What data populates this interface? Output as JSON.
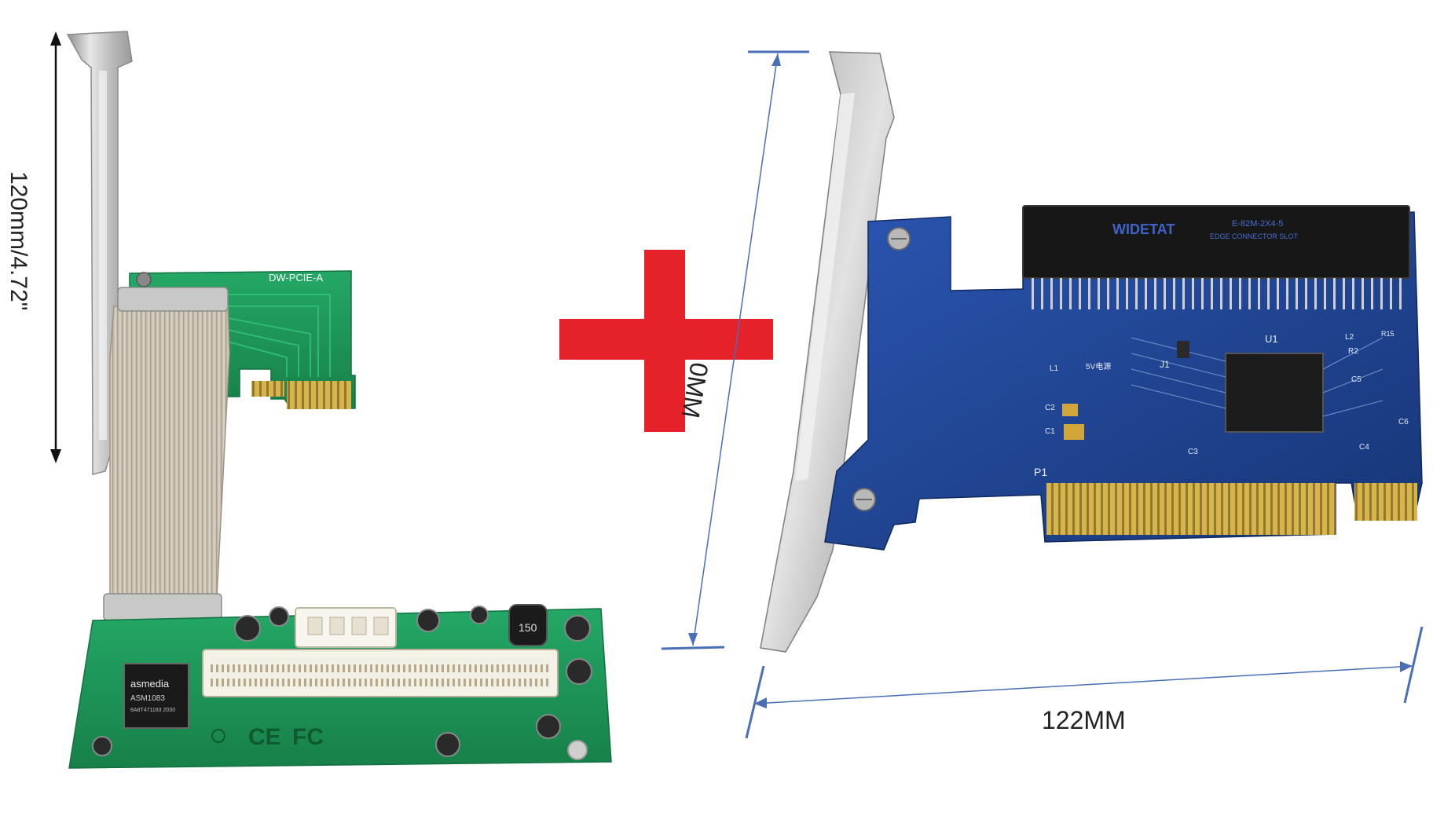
{
  "left_card": {
    "dimension_label": "120mm/4.72\"",
    "board_top_label": "DW-PCIE-A",
    "chip_brand": "asmedia",
    "chip_model": "ASM1083",
    "chip_code": "8A8T471183 2030",
    "cap_label": "150",
    "logos": {
      "ce": "CE",
      "fc": "FC"
    }
  },
  "plus_sign": {
    "color": "#e5212a"
  },
  "right_card": {
    "height_label": "0MM",
    "width_label": "122MM",
    "connector_brand": "WIDETAT",
    "connector_model": "E-82M-2X4-5",
    "connector_caption": "EDGE CONNECTOR SLOT",
    "board_labels": {
      "u1": "U1",
      "j1": "J1",
      "p1": "P1",
      "l1": "L1",
      "l2": "L2",
      "c1": "C1",
      "c2": "C2",
      "c3": "C3",
      "c4": "C4",
      "c5": "C5",
      "c6": "C6",
      "r2": "R2",
      "r15": "R15",
      "vcc": "5V电源"
    }
  },
  "colors": {
    "green_pcb": "#1f9a5a",
    "blue_pcb": "#1d3f8e",
    "gold": "#d6b24a",
    "bracket": "#c9c9c9",
    "dimension_line": "#4a6fb5"
  }
}
